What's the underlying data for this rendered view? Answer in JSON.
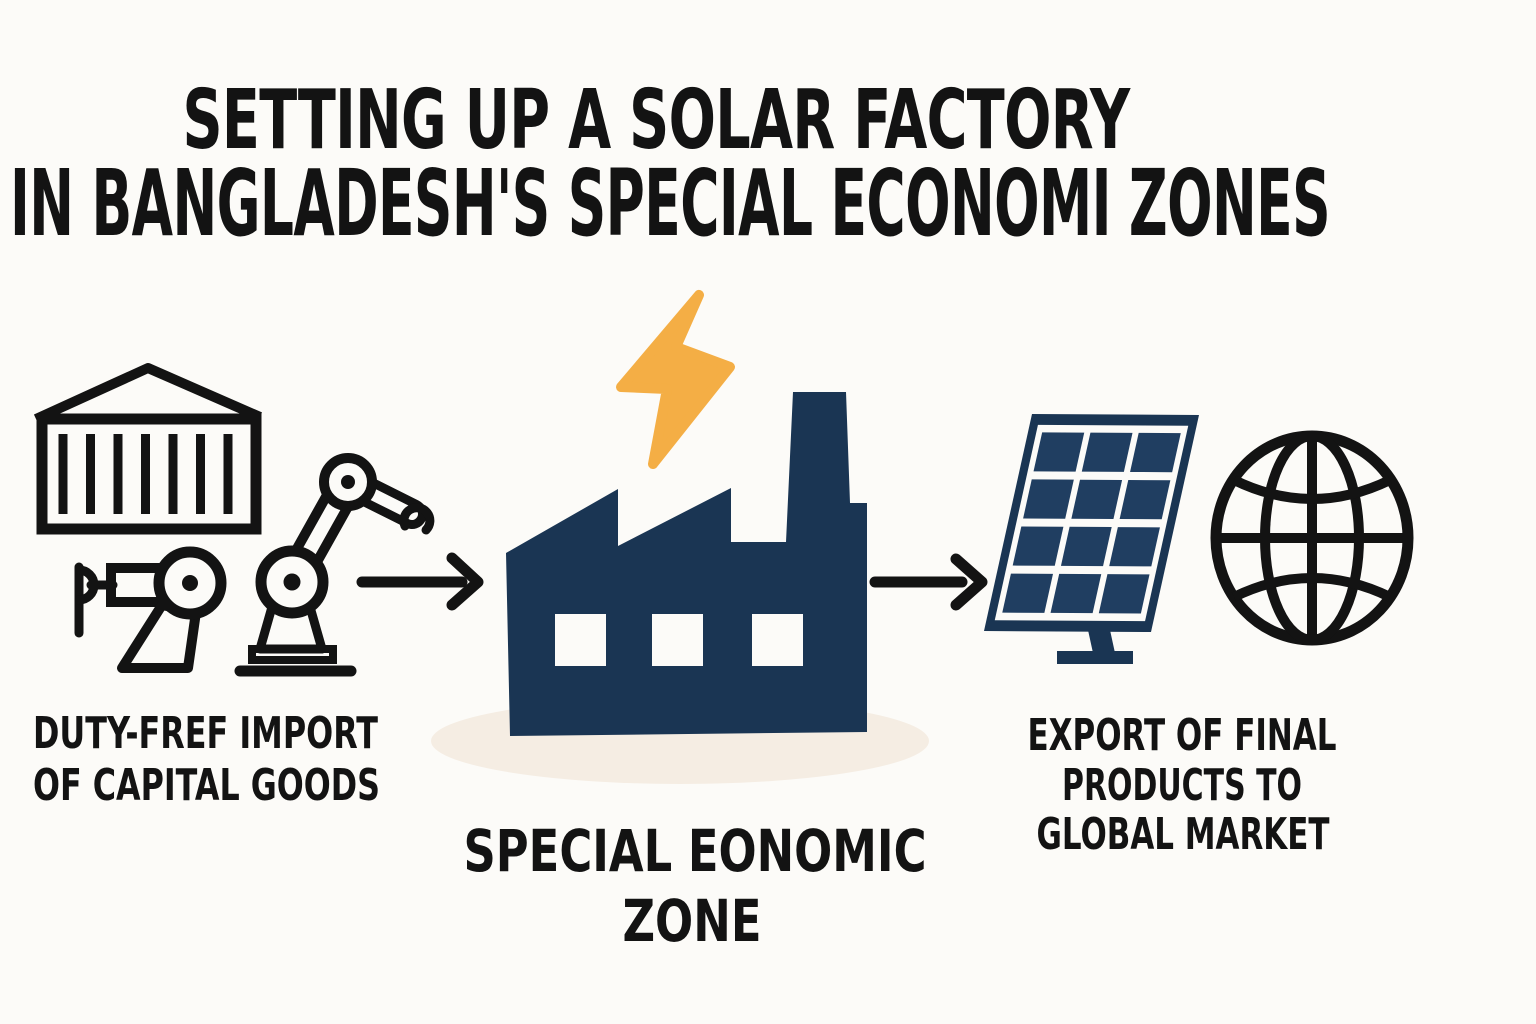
{
  "title": {
    "line1": "SETTING UP A SOLAR FACTORY",
    "line2": "IN BANGLADESH'S SPECIAL ECONOMI ZONES"
  },
  "flow": {
    "import_stage": {
      "label_line1": "DUTY-FREF IMPORT",
      "label_line2": "OF CAPITAL GOODS"
    },
    "zone_stage": {
      "label_line1": "SPECIAL EONOMIC",
      "label_line2": "ZONE"
    },
    "export_stage": {
      "label_line1": "EXPORT OF FINAL",
      "label_line2": "PRODUCTS TO",
      "label_line3": "GLOBAL MARKET"
    }
  },
  "icons": {
    "import_stage": [
      "shipping-container-icon",
      "drill-machine-icon",
      "robot-arm-icon"
    ],
    "zone_stage": [
      "lightning-bolt-icon",
      "factory-icon"
    ],
    "export_stage": [
      "solar-panel-icon",
      "globe-icon"
    ],
    "connectors": [
      "right-arrow-icon",
      "right-arrow-icon"
    ]
  },
  "colors": {
    "background": "#FCFBF8",
    "ink": "#131313",
    "navy": "#1A3553",
    "navy_cell": "#203E61",
    "bolt_yellow": "#F4AE45",
    "shadow_beige": "#F5EDE3"
  }
}
